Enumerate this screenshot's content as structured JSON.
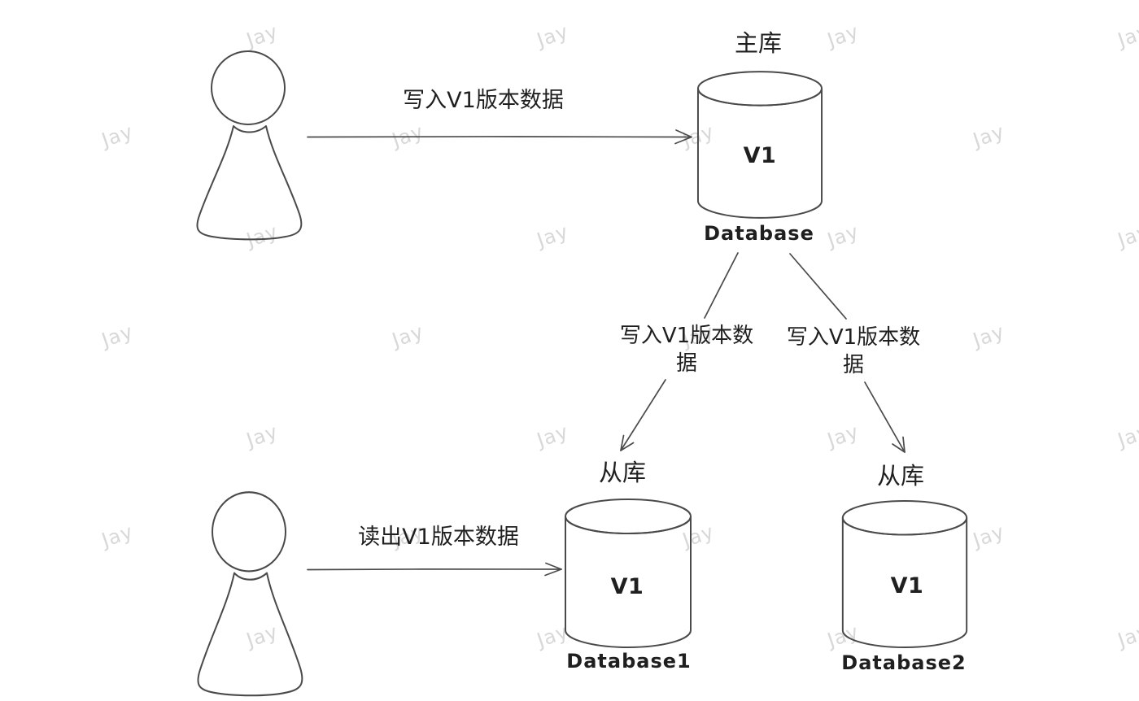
{
  "watermark": {
    "text": "Jay",
    "color": "#d8d8d8"
  },
  "palette": {
    "actor_fill": "#dff3e9",
    "actor_hatch": "#8edcbe",
    "db_body_fill": "#edf5fd",
    "db_body_hatch": "#b5d3ef",
    "db_top_fill": "#f1f8fe",
    "db_top_hatch": "#c8def4",
    "stroke": "#4a4a4a",
    "text": "#1f1f1f"
  },
  "nodes": {
    "primary": {
      "title": "主库",
      "value": "V1",
      "caption": "Database"
    },
    "replica1": {
      "title": "从库",
      "value": "V1",
      "caption": "Database1"
    },
    "replica2": {
      "title": "从库",
      "value": "V1",
      "caption": "Database2"
    }
  },
  "edges": {
    "write_to_primary": {
      "label": "写入V1版本数据"
    },
    "replicate_to_replica1": {
      "label": "写入V1版本数据"
    },
    "replicate_to_replica2": {
      "label": "写入V1版本数据"
    },
    "read_from_replica1": {
      "label": "读出V1版本数据"
    }
  }
}
